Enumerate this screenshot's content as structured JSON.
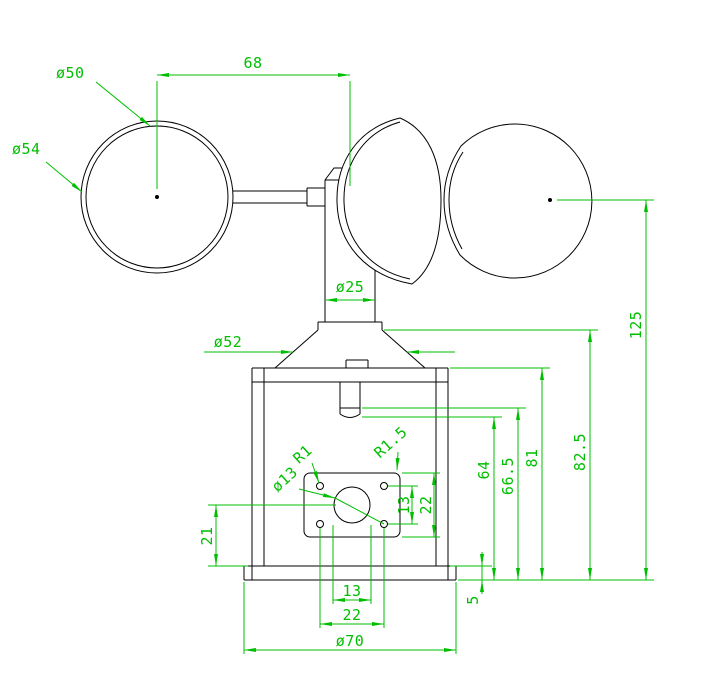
{
  "drawing": {
    "colors": {
      "outline": "#000000",
      "dimension": "#00bf00",
      "background": "#ffffff"
    },
    "labels": {
      "dim_68": "68",
      "dia_50": "ø50",
      "dia_54": "ø54",
      "dia_25": "ø25",
      "dia_52": "ø52",
      "dim_125": "125",
      "dim_82_5": "82.5",
      "dim_81": "81",
      "dim_66_5": "66.5",
      "dim_64": "64",
      "dim_22_side": "22",
      "dim_13_side": "13",
      "dim_21": "21",
      "dim_5": "5",
      "dim_13_bottom": "13",
      "dim_22_bottom": "22",
      "dia_70": "ø70",
      "rad_r1": "R1",
      "rad_r1_5": "R1.5",
      "dia_13": "ø13"
    }
  }
}
